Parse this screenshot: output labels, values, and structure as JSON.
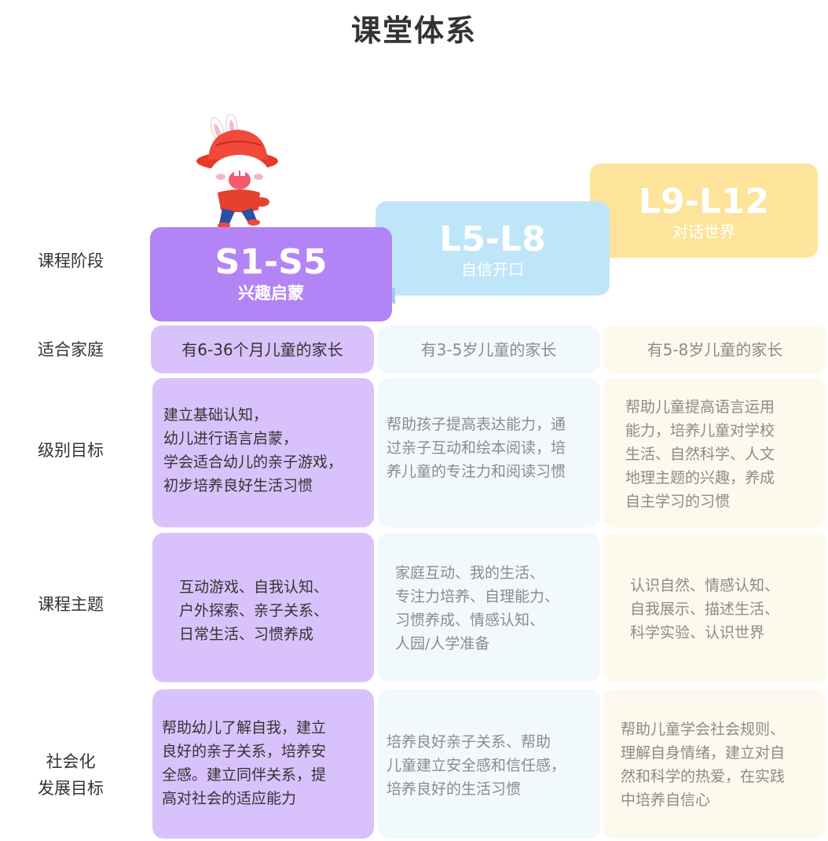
{
  "page": {
    "title": "课堂体系"
  },
  "rows": {
    "stage": "课程阶段",
    "family": "适合家庭",
    "goal": "级别目标",
    "theme": "课程主题",
    "social_line1": "社会化",
    "social_line2": "发展目标"
  },
  "stages": [
    {
      "code": "S1-S5",
      "name": "兴趣启蒙",
      "color": "#b384f5"
    },
    {
      "code": "L5-L8",
      "name": "自信开口",
      "color": "#bfe6f8"
    },
    {
      "code": "L9-L12",
      "name": "对话世界",
      "color": "#fde49a"
    }
  ],
  "family": [
    "有6-36个月儿童的家长",
    "有3-5岁儿童的家长",
    "有5-8岁儿童的家长"
  ],
  "goals": [
    [
      "建立基础认知，",
      "幼儿进行语言启蒙，",
      "学会适合幼儿的亲子游戏，",
      "初步培养良好生活习惯"
    ],
    [
      "帮助孩子提高表达能力，通",
      "过亲子互动和绘本阅读，培",
      "养儿童的专注力和阅读习惯"
    ],
    [
      "帮助儿童提高语言运用",
      "能力，培养儿童对学校",
      "生活、自然科学、人文",
      "地理主题的兴趣，养成",
      "自主学习的习惯"
    ]
  ],
  "themes": [
    [
      "互动游戏、自我认知、",
      "户外探索、亲子关系、",
      "日常生活、习惯养成"
    ],
    [
      "家庭互动、我的生活、",
      "专注力培养、自理能力、",
      "习惯养成、情感认知、",
      "人园/人学准备"
    ],
    [
      "认识自然、情感认知、",
      "自我展示、描述生活、",
      "科学实验、认识世界"
    ]
  ],
  "social": [
    [
      "帮助幼儿了解自我，建立",
      "良好的亲子关系，培养安",
      "全感。建立同伴关系，提",
      "高对社会的适应能力"
    ],
    [
      "培养良好亲子关系、帮助",
      "儿童建立安全感和信任感，",
      "培养良好的生活习惯"
    ],
    [
      "帮助儿童学会社会规则、",
      "理解自身情绪，建立对自",
      "然和科学的热爱，在实践",
      "中培养自信心"
    ]
  ]
}
